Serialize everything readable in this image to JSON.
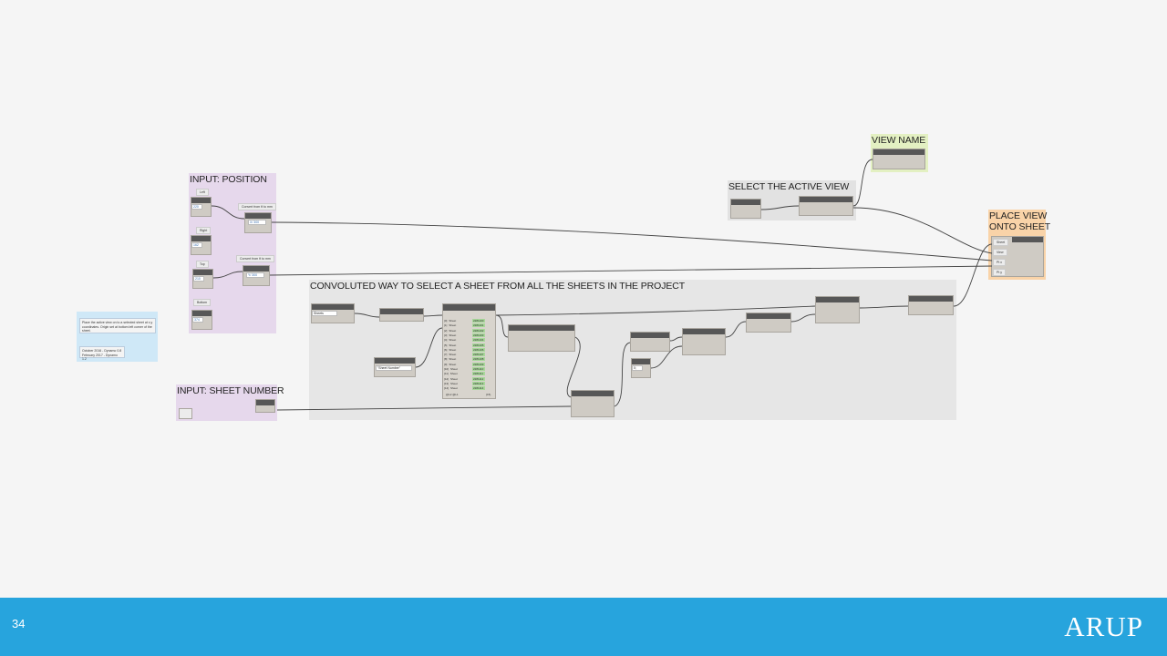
{
  "slide": {
    "page_number": "34",
    "logo": "ARUP"
  },
  "groups": {
    "position": {
      "title": "INPUT: POSITION",
      "color": "#e6d8ec",
      "inputs": [
        {
          "label": "Left",
          "value": "220"
        },
        {
          "label": "Right",
          "value": "162"
        },
        {
          "label": "Top",
          "value": "210"
        },
        {
          "label": "Bottom",
          "value": "374"
        }
      ],
      "convert_label": "Convert from ft to mm",
      "out_left": "X/ 300",
      "out_top": "Y/ 300"
    },
    "sheet_number": {
      "title": "INPUT: SHEET NUMBER",
      "color": "#e6d8ec"
    },
    "active_view": {
      "title": "SELECT THE ACTIVE VIEW",
      "color": "#e2e2e2"
    },
    "view_name": {
      "title": "VIEW NAME",
      "color": "#e3f0c2"
    },
    "place_view": {
      "title_line1": "PLACE VIEW",
      "title_line2": "ONTO SHEET",
      "color": "#f9d3a8",
      "ports": [
        "Sheet",
        "View",
        "Pt x",
        "Pt y"
      ]
    },
    "convoluted": {
      "title": "CONVOLUTED WAY TO SELECT A SHEET FROM ALL THE SHEETS IN THE PROJECT",
      "color": "#e6e6e6",
      "dropdown": "Sheets",
      "string_node": "\"Sheet Number\"",
      "list_rows": [
        {
          "idx": "[0]",
          "label": "Sheet",
          "val": "2281100"
        },
        {
          "idx": "[1]",
          "label": "Sheet",
          "val": "2281101"
        },
        {
          "idx": "[2]",
          "label": "Sheet",
          "val": "2281102"
        },
        {
          "idx": "[3]",
          "label": "Sheet",
          "val": "2281103"
        },
        {
          "idx": "[4]",
          "label": "Sheet",
          "val": "2281104"
        },
        {
          "idx": "[5]",
          "label": "Sheet",
          "val": "2281105"
        },
        {
          "idx": "[6]",
          "label": "Sheet",
          "val": "2281106"
        },
        {
          "idx": "[7]",
          "label": "Sheet",
          "val": "2281107"
        },
        {
          "idx": "[8]",
          "label": "Sheet",
          "val": "2281108"
        },
        {
          "idx": "[9]",
          "label": "Sheet",
          "val": "2281109"
        },
        {
          "idx": "[10]",
          "label": "Sheet",
          "val": "2281110"
        },
        {
          "idx": "[11]",
          "label": "Sheet",
          "val": "2281111"
        },
        {
          "idx": "[12]",
          "label": "Sheet",
          "val": "2281112"
        },
        {
          "idx": "[13]",
          "label": "Sheet",
          "val": "2281113"
        },
        {
          "idx": "[14]",
          "label": "Sheet",
          "val": "2281114"
        }
      ],
      "list_footer": "@L2 @L1",
      "list_count": "{15}",
      "codeblock_value": "0;"
    }
  },
  "note": {
    "text": "Place the active view on to a selected sheet at x,y coordinates. Origin set at bottom left corner of the sheet.",
    "dates": "October 2016 - Dynamo 0.8\nFebruary 2017 - Dynamo 1.2"
  },
  "colors": {
    "footer": "#27a4dd",
    "node_header": "#575757",
    "node_body": "#cfcbc4",
    "wire": "#444444"
  }
}
